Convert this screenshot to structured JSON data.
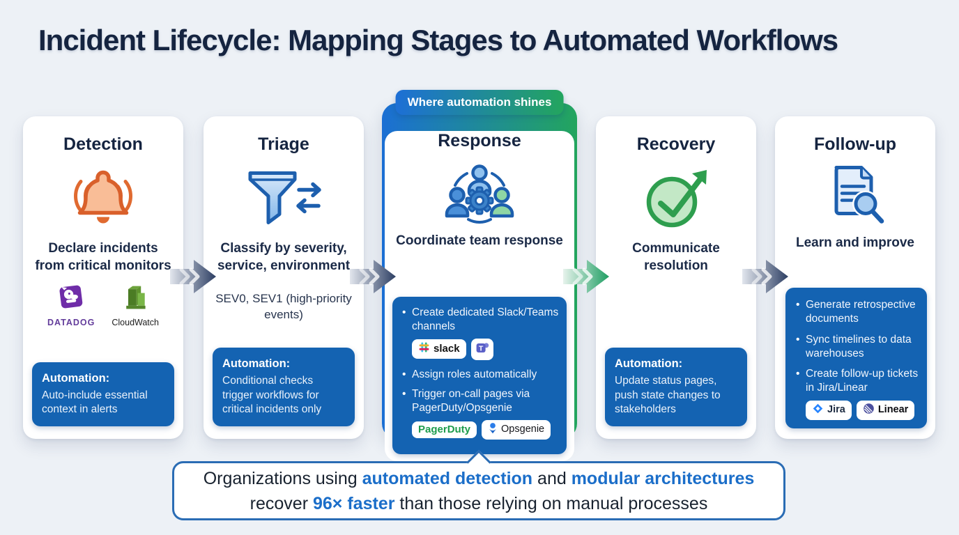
{
  "title": "Incident Lifecycle: Mapping Stages to Automated Workflows",
  "highlight_badge": "Where automation shines",
  "stages": [
    {
      "name": "Detection",
      "icon": "bell-alert-icon",
      "description": "Declare incidents from critical monitors",
      "tools": [
        {
          "id": "datadog",
          "label": "DATADOG"
        },
        {
          "id": "cloudwatch",
          "label": "CloudWatch"
        }
      ],
      "automation_label": "Automation:",
      "automation_text": "Auto-include essential context in alerts"
    },
    {
      "name": "Triage",
      "icon": "funnel-arrows-icon",
      "description": "Classify by severity, service, environment",
      "note": "SEV0, SEV1 (high-priority events)",
      "automation_label": "Automation:",
      "automation_text": "Conditional checks trigger workflows for critical incidents only"
    },
    {
      "name": "Response",
      "icon": "team-coordination-icon",
      "description": "Coordinate team response",
      "bullets": [
        "Create dedicated Slack/Teams channels",
        "Assign roles automatically",
        "Trigger on-call pages via PagerDuty/Opsgenie"
      ],
      "tools": [
        {
          "id": "slack",
          "label": "slack"
        },
        {
          "id": "teams"
        },
        {
          "id": "pagerduty",
          "label": "PagerDuty"
        },
        {
          "id": "opsgenie",
          "label": "Opsgenie"
        }
      ]
    },
    {
      "name": "Recovery",
      "icon": "check-growth-icon",
      "description": "Communicate resolution",
      "automation_label": "Automation:",
      "automation_text": "Update status pages, push state changes to stakeholders"
    },
    {
      "name": "Follow-up",
      "icon": "document-search-icon",
      "description": "Learn and improve",
      "bullets": [
        "Generate retrospective documents",
        "Sync timelines to data warehouses",
        "Create follow-up tickets in Jira/Linear"
      ],
      "tools": [
        {
          "id": "jira",
          "label": "Jira"
        },
        {
          "id": "linear",
          "label": "Linear"
        }
      ]
    }
  ],
  "callout": {
    "seg1": "Organizations using ",
    "seg2": "automated detection",
    "seg3": " and ",
    "seg4": "modular architectures",
    "seg5": "recover ",
    "seg6": "96× faster",
    "seg7": " than those relying on manual processes"
  },
  "colors": {
    "background": "#edf1f6",
    "title_navy": "#152440",
    "automation_panel_blue": "#1463b2",
    "gradient_blue": "#1b6fd4",
    "gradient_green": "#23a55e",
    "arrow_navy": "#2c3e63",
    "arrow_green": "#1f9e63",
    "callout_border": "#2a6cb4",
    "callout_highlight": "#1b6ec9",
    "bell_orange": "#d9602b",
    "funnel_blue": "#1d5fae",
    "recovery_green": "#2e9e4e"
  }
}
